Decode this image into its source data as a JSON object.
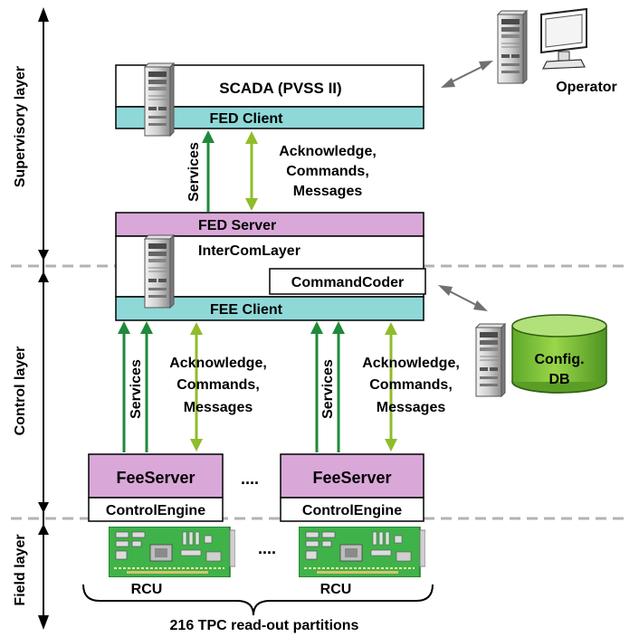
{
  "colors": {
    "cyan": "#8fd8d8",
    "pink": "#d9a8d9",
    "dark_green": "#1e8a3a",
    "light_green": "#8fbc2a",
    "gray_arrow": "#707070",
    "cylinder": "#8fcf3f",
    "pcb": "#3fb24a"
  },
  "layers": {
    "supervisory": "Supervisory layer",
    "control": "Control layer",
    "field": "Field layer"
  },
  "scada": {
    "title": "SCADA (PVSS II)",
    "fed_client": "FED Client",
    "icon": "server-icon"
  },
  "operator": {
    "label": "Operator",
    "icons": [
      "server-icon",
      "monitor-icon"
    ]
  },
  "upper_arrows": {
    "services": "Services",
    "ack_lines": [
      "Acknowledge,",
      "Commands,",
      "Messages"
    ]
  },
  "intercom": {
    "fed_server": "FED Server",
    "layer": "InterComLayer",
    "command_coder": "CommandCoder",
    "fee_client": "FEE Client",
    "icon": "server-icon"
  },
  "config_db": {
    "lines": [
      "Config.",
      "DB"
    ],
    "icon": "server-icon"
  },
  "lower_left": {
    "services": "Services",
    "ack_lines": [
      "Acknowledge,",
      "Commands,",
      "Messages"
    ]
  },
  "lower_right": {
    "services": "Services",
    "ack_lines": [
      "Acknowledge,",
      "Commands,",
      "Messages"
    ]
  },
  "fee_left": {
    "server": "FeeServer",
    "engine": "ControlEngine"
  },
  "fee_right": {
    "server": "FeeServer",
    "engine": "ControlEngine"
  },
  "ellipsis_fee": "....",
  "ellipsis_rcu": "....",
  "rcu_left": "RCU",
  "rcu_right": "RCU",
  "partitions": "216 TPC read-out partitions"
}
